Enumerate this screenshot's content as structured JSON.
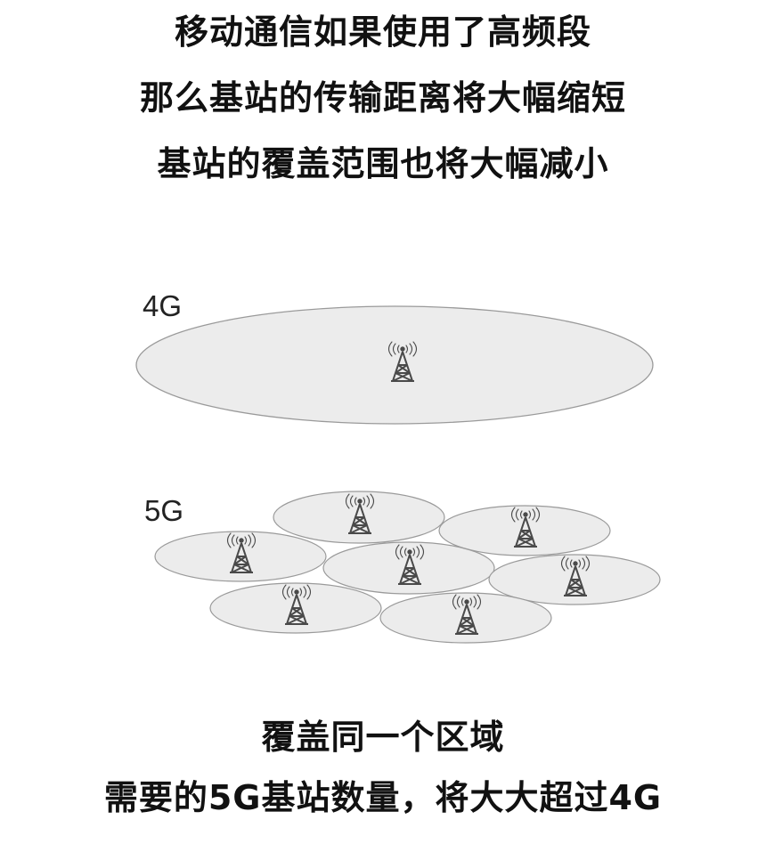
{
  "header": {
    "lines": [
      "移动通信如果使用了高频段",
      "那么基站的传输距离将大幅缩短",
      "基站的覆盖范围也将大幅减小"
    ]
  },
  "diagram": {
    "label_4g": "4G",
    "label_5g": "5G",
    "cells_4g": 1,
    "cells_5g": 7,
    "colors": {
      "cell_fill": "#ececec",
      "cell_stroke": "#9a9a9a",
      "tower": "#4a4a4a"
    },
    "icon": "cell-tower-icon"
  },
  "footer": {
    "lines": [
      "覆盖同一个区域",
      "需要的5G基站数量，将大大超过4G"
    ]
  }
}
